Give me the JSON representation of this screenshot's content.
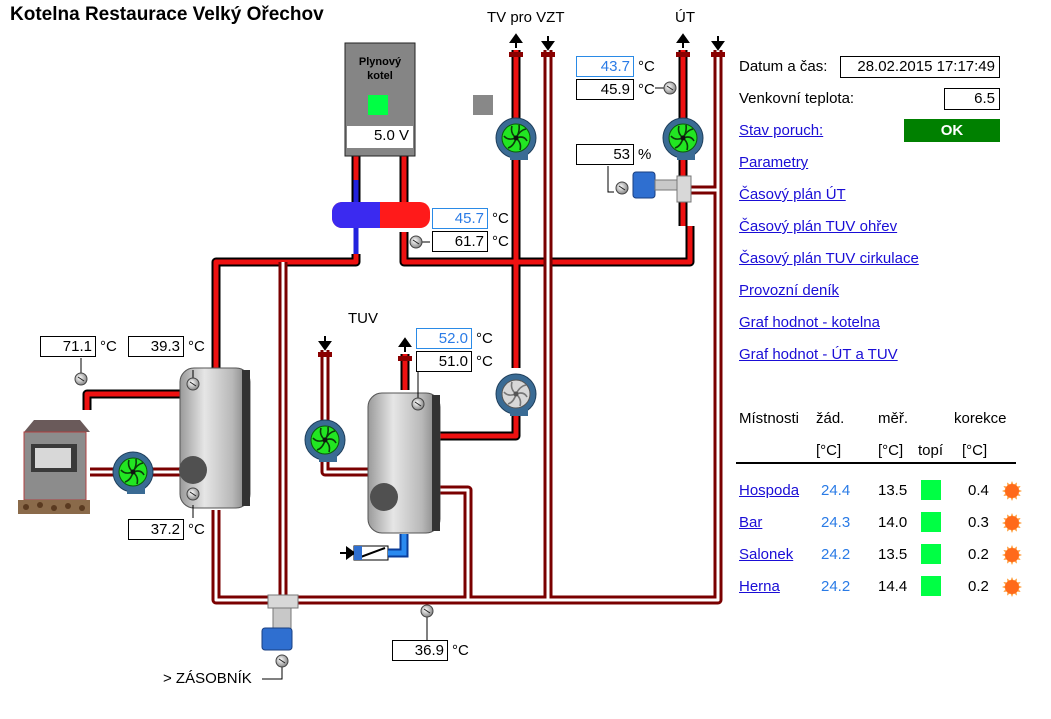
{
  "title": "Kotelna Restaurace Velký Ořechov",
  "diagram": {
    "labels": {
      "tv_vzt": "TV pro VZT",
      "ut": "ÚT",
      "tuv": "TUV",
      "zasobnik": "> ZÁSOBNÍK"
    },
    "gas_boiler": {
      "label_line1": "Plynový",
      "label_line2": "kotel",
      "status_color": "#00ff44",
      "voltage": "5.0 V"
    },
    "indicator_square_color": "#888888",
    "readings": {
      "ut_setpoint": {
        "value": "43.7",
        "unit": "°C"
      },
      "ut_actual": {
        "value": "45.9",
        "unit": "°C"
      },
      "ut_valve": {
        "value": "53",
        "unit": "%"
      },
      "header_setpoint": {
        "value": "45.7",
        "unit": "°C"
      },
      "header_actual": {
        "value": "61.7",
        "unit": "°C"
      },
      "wood_boiler_out": {
        "value": "71.1",
        "unit": "°C"
      },
      "storage_top": {
        "value": "39.3",
        "unit": "°C"
      },
      "storage_bottom": {
        "value": "37.2",
        "unit": "°C"
      },
      "tuv_setpoint": {
        "value": "52.0",
        "unit": "°C"
      },
      "tuv_actual": {
        "value": "51.0",
        "unit": "°C"
      },
      "return_temp": {
        "value": "36.9",
        "unit": "°C"
      }
    }
  },
  "panel": {
    "datetime_label": "Datum a čas:",
    "datetime_value": "28.02.2015 17:17:49",
    "outdoor_label": "Venkovní teplota:",
    "outdoor_value": "6.5",
    "faults_link": "Stav poruch:",
    "faults_status": "OK",
    "faults_color": "#008000",
    "links": [
      "Parametry",
      "Časový plán ÚT",
      "Časový plán TUV ohřev",
      "Časový plán TUV cirkulace",
      "Provozní deník",
      "Graf hodnot - kotelna",
      "Graf hodnot - ÚT a TUV"
    ]
  },
  "rooms": {
    "headers": {
      "room": "Místnosti",
      "setpoint": "žád.",
      "measured": "měř.",
      "correction": "korekce",
      "setpoint_unit": "[°C]",
      "measured_unit": "[°C]",
      "heating": "topí",
      "correction_unit": "[°C]"
    },
    "rows": [
      {
        "name": "Hospoda",
        "setpoint": "24.4",
        "measured": "13.5",
        "heating": true,
        "correction": "0.4",
        "mode_icon": "sun"
      },
      {
        "name": "Bar",
        "setpoint": "24.3",
        "measured": "14.0",
        "heating": true,
        "correction": "0.3",
        "mode_icon": "sun"
      },
      {
        "name": "Salonek",
        "setpoint": "24.2",
        "measured": "13.5",
        "heating": true,
        "correction": "0.2",
        "mode_icon": "sun"
      },
      {
        "name": "Herna",
        "setpoint": "24.2",
        "measured": "14.4",
        "heating": true,
        "correction": "0.2",
        "mode_icon": "sun"
      }
    ]
  }
}
